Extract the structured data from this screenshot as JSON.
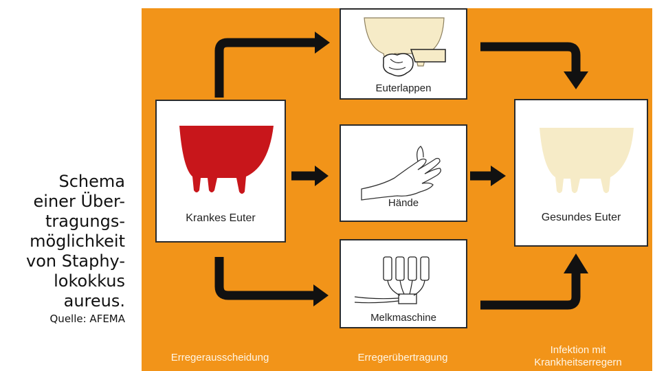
{
  "caption": {
    "lines": [
      "Schema",
      "einer Über-",
      "tragungs-",
      "möglichkeit",
      "von Staphy-",
      "lokokkus",
      "aureus."
    ],
    "source": "Quelle: AFEMA"
  },
  "boxes": {
    "sick_udder": "Krankes Euter",
    "udder_cloth": "Euterlappen",
    "hands": "Hände",
    "milking_machine": "Melkmaschine",
    "healthy_udder": "Gesundes Euter"
  },
  "stages": {
    "excretion": "Erregerausscheidung",
    "transmission": "Erregerübertragung",
    "infection": "Infektion mit Krankheitserregern"
  },
  "colors": {
    "background": "#f29419",
    "sick_udder": "#c8161b",
    "healthy_udder": "#f6ebc7",
    "arrow": "#111111"
  }
}
